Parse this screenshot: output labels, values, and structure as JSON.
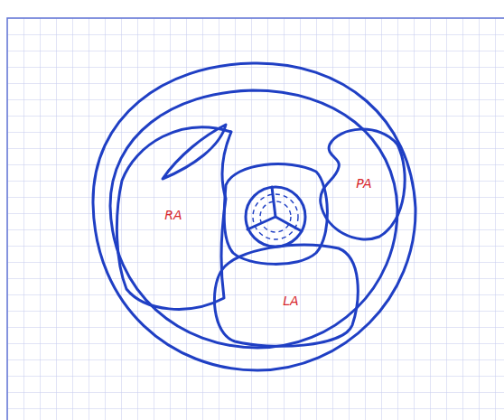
{
  "diagram": {
    "nodes": [
      {
        "text": [
          "PA"
        ]
      },
      {
        "text": [
          "RA"
        ]
      },
      {
        "text": [
          "LA"
        ]
      }
    ]
  }
}
